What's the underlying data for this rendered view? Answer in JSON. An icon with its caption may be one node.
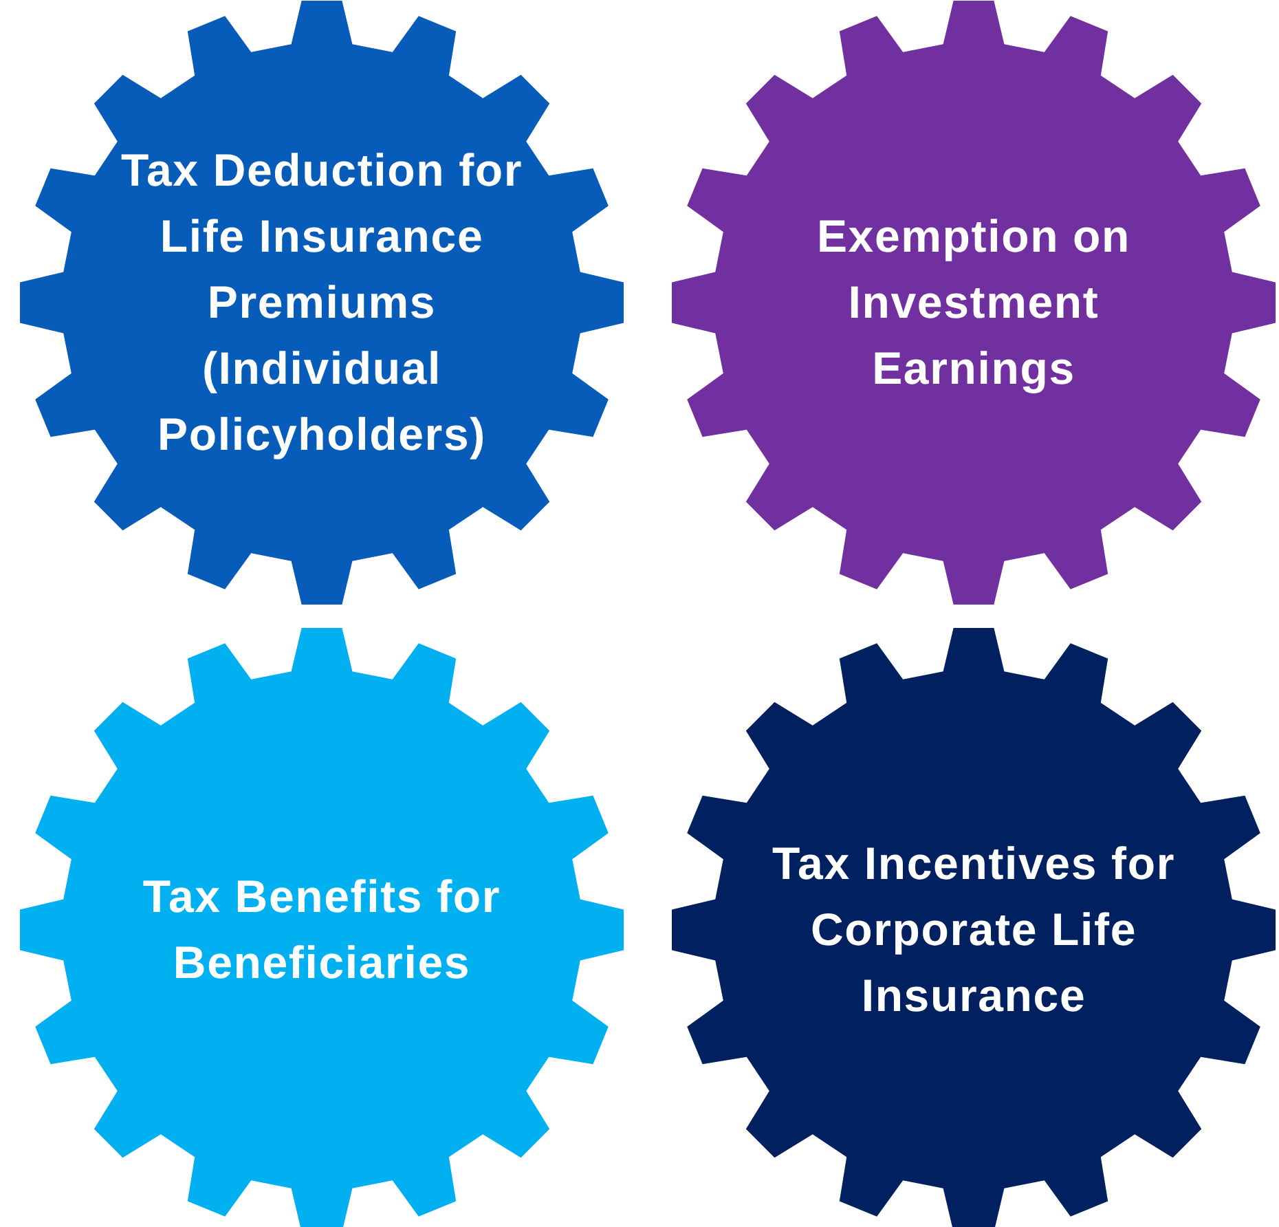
{
  "diagram": {
    "nodes": [
      {
        "text": [
          "Tax Deduction for Life Insurance Premiums (Individual Policyholders)"
        ]
      },
      {
        "text": [
          "Exemption on Investment Earnings"
        ]
      },
      {
        "text": [
          "Tax Benefits for Beneficiaries"
        ]
      },
      {
        "text": [
          "Tax Incentives for Corporate Life Insurance"
        ]
      }
    ]
  }
}
